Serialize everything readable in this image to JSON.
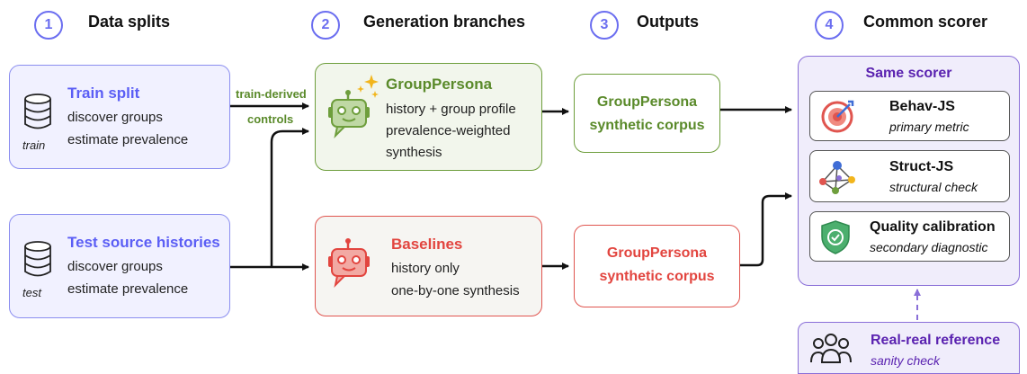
{
  "stages": [
    {
      "num": "1",
      "title": "Data splits"
    },
    {
      "num": "2",
      "title": "Generation branches"
    },
    {
      "num": "3",
      "title": "Outputs"
    },
    {
      "num": "4",
      "title": "Common scorer"
    }
  ],
  "splits": {
    "train": {
      "title": "Train split",
      "line1": "discover groups",
      "line2": "estimate prevalence",
      "icon_label": "train"
    },
    "test": {
      "title": "Test source histories",
      "line1": "discover groups",
      "line2": "estimate prevalence",
      "icon_label": "test"
    }
  },
  "controls_label": {
    "line1": "train-derived",
    "line2": "controls"
  },
  "branches": {
    "grouppersona": {
      "title": "GroupPersona",
      "line1": "history + group profile",
      "line2": "prevalence-weighted",
      "line3": "synthesis"
    },
    "baselines": {
      "title": "Baselines",
      "line1": "history only",
      "line2": "one-by-one synthesis"
    }
  },
  "outputs": {
    "green": {
      "line1": "GroupPersona",
      "line2": "synthetic corpus"
    },
    "red": {
      "line1": "GroupPersona",
      "line2": "synthetic corpus"
    }
  },
  "scorer": {
    "header": "Same scorer",
    "metrics": [
      {
        "title": "Behav-JS",
        "subtitle": "primary metric",
        "icon": "target-icon"
      },
      {
        "title": "Struct-JS",
        "subtitle": "structural check",
        "icon": "network-icon"
      },
      {
        "title": "Quality calibration",
        "subtitle": "secondary diagnostic",
        "icon": "shield-check-icon"
      }
    ]
  },
  "reference": {
    "title": "Real-real reference",
    "subtitle": "sanity check",
    "icon": "people-icon"
  },
  "colors": {
    "stage_accent": "#6b6ef0",
    "split_title": "#5b5ef5",
    "green": "#5a8a2a",
    "red": "#e2453f",
    "purple": "#5a22b0"
  }
}
